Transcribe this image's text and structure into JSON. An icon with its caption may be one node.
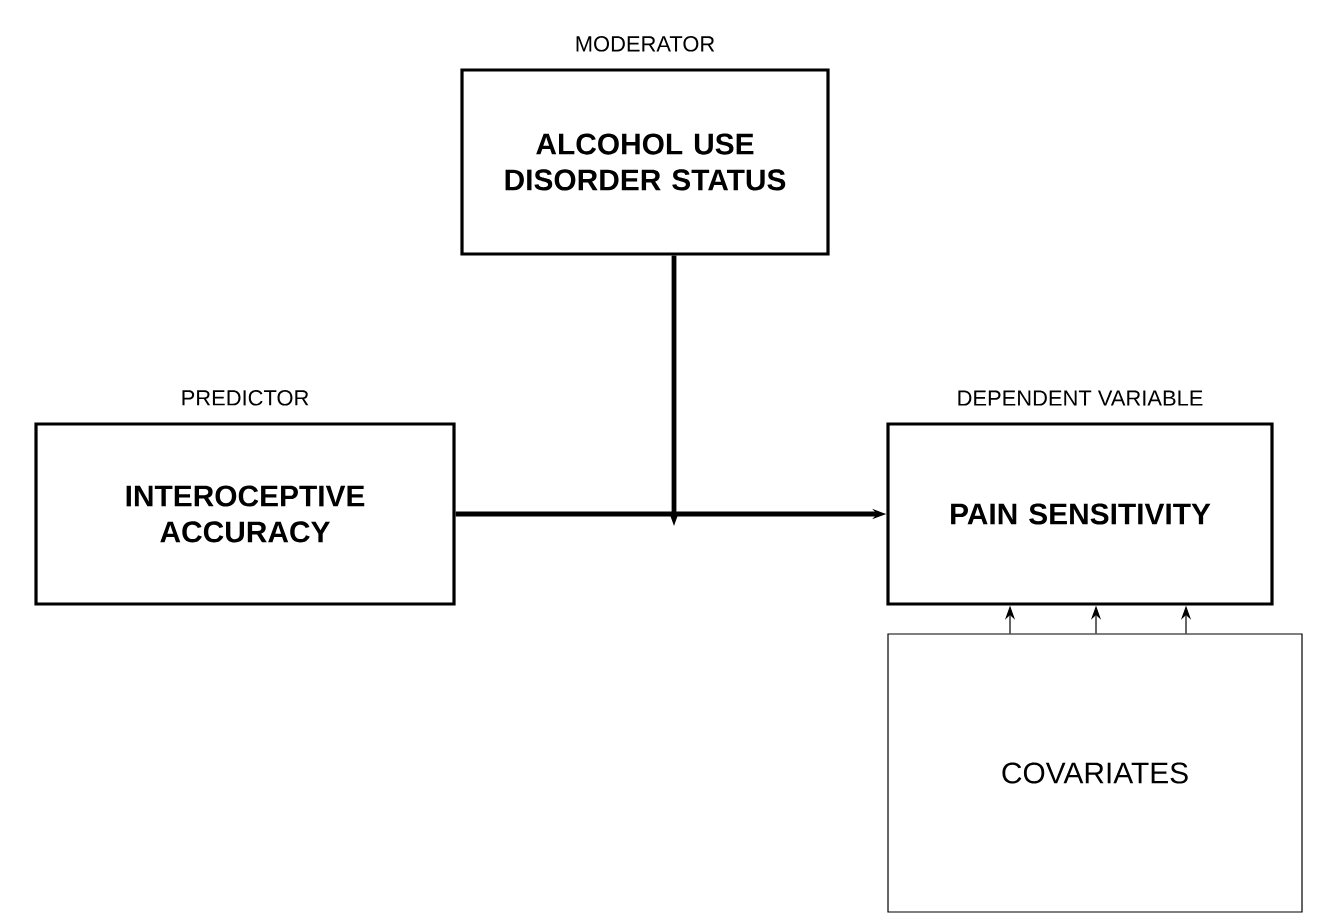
{
  "diagram": {
    "nodes": [
      {
        "text": [
          "ALCOHOL USE DISORDER STATUS"
        ],
        "beside": [
          "MODERATOR"
        ]
      },
      {
        "text": [
          "INTEROCEPTIVE ACCURACY"
        ],
        "beside": [
          "PREDICTOR"
        ]
      },
      {
        "text": [
          "PAIN SENSITIVITY"
        ],
        "beside": [
          "DEPENDENT VARIABLE"
        ]
      },
      {
        "text": [
          "COVARIATES"
        ]
      }
    ],
    "edges": [
      {
        "from": 1,
        "to": 2,
        "arrow": "to",
        "style": "thick"
      },
      {
        "from": 0,
        "to": null,
        "arrow": "to",
        "style": "thick"
      },
      {
        "from": 3,
        "to": 2,
        "arrow": "to"
      },
      {
        "from": 3,
        "to": 2,
        "arrow": "to"
      },
      {
        "from": 3,
        "to": 2,
        "arrow": "to"
      }
    ]
  }
}
